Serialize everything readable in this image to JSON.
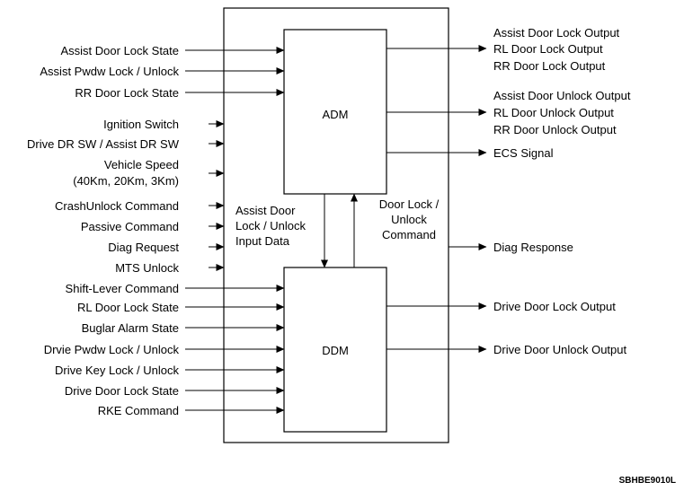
{
  "blocks": {
    "adm": "ADM",
    "ddm": "DDM"
  },
  "left_inputs": [
    "Assist Door Lock State",
    "Assist Pwdw Lock / Unlock",
    "RR Door Lock State",
    "Ignition Switch",
    "Drive DR SW / Assist DR SW",
    "Vehicle Speed",
    "(40Km, 20Km, 3Km)",
    "CrashUnlock Command",
    "Passive Command",
    "Diag Request",
    "MTS Unlock",
    "Shift-Lever Command",
    "RL Door Lock State",
    "Buglar Alarm State",
    "Drvie Pwdw Lock / Unlock",
    "Drive Key Lock / Unlock",
    "Drive Door Lock State",
    "RKE Command"
  ],
  "right_outputs": [
    "Assist Door Lock Output",
    "RL Door Lock Output",
    "RR Door Lock Output",
    "Assist Door Unlock Output",
    "RL Door Unlock Output",
    "RR Door Unlock Output",
    "ECS Signal",
    "Diag Response",
    "Drive Door Lock Output",
    "Drive Door Unlock Output"
  ],
  "internal": {
    "assist_line1": "Assist Door",
    "assist_line2": "Lock / Unlock",
    "assist_line3": "Input Data",
    "door_line1": "Door Lock /",
    "door_line2": "Unlock",
    "door_line3": "Command"
  },
  "figure_code": "SBHBE9010L"
}
